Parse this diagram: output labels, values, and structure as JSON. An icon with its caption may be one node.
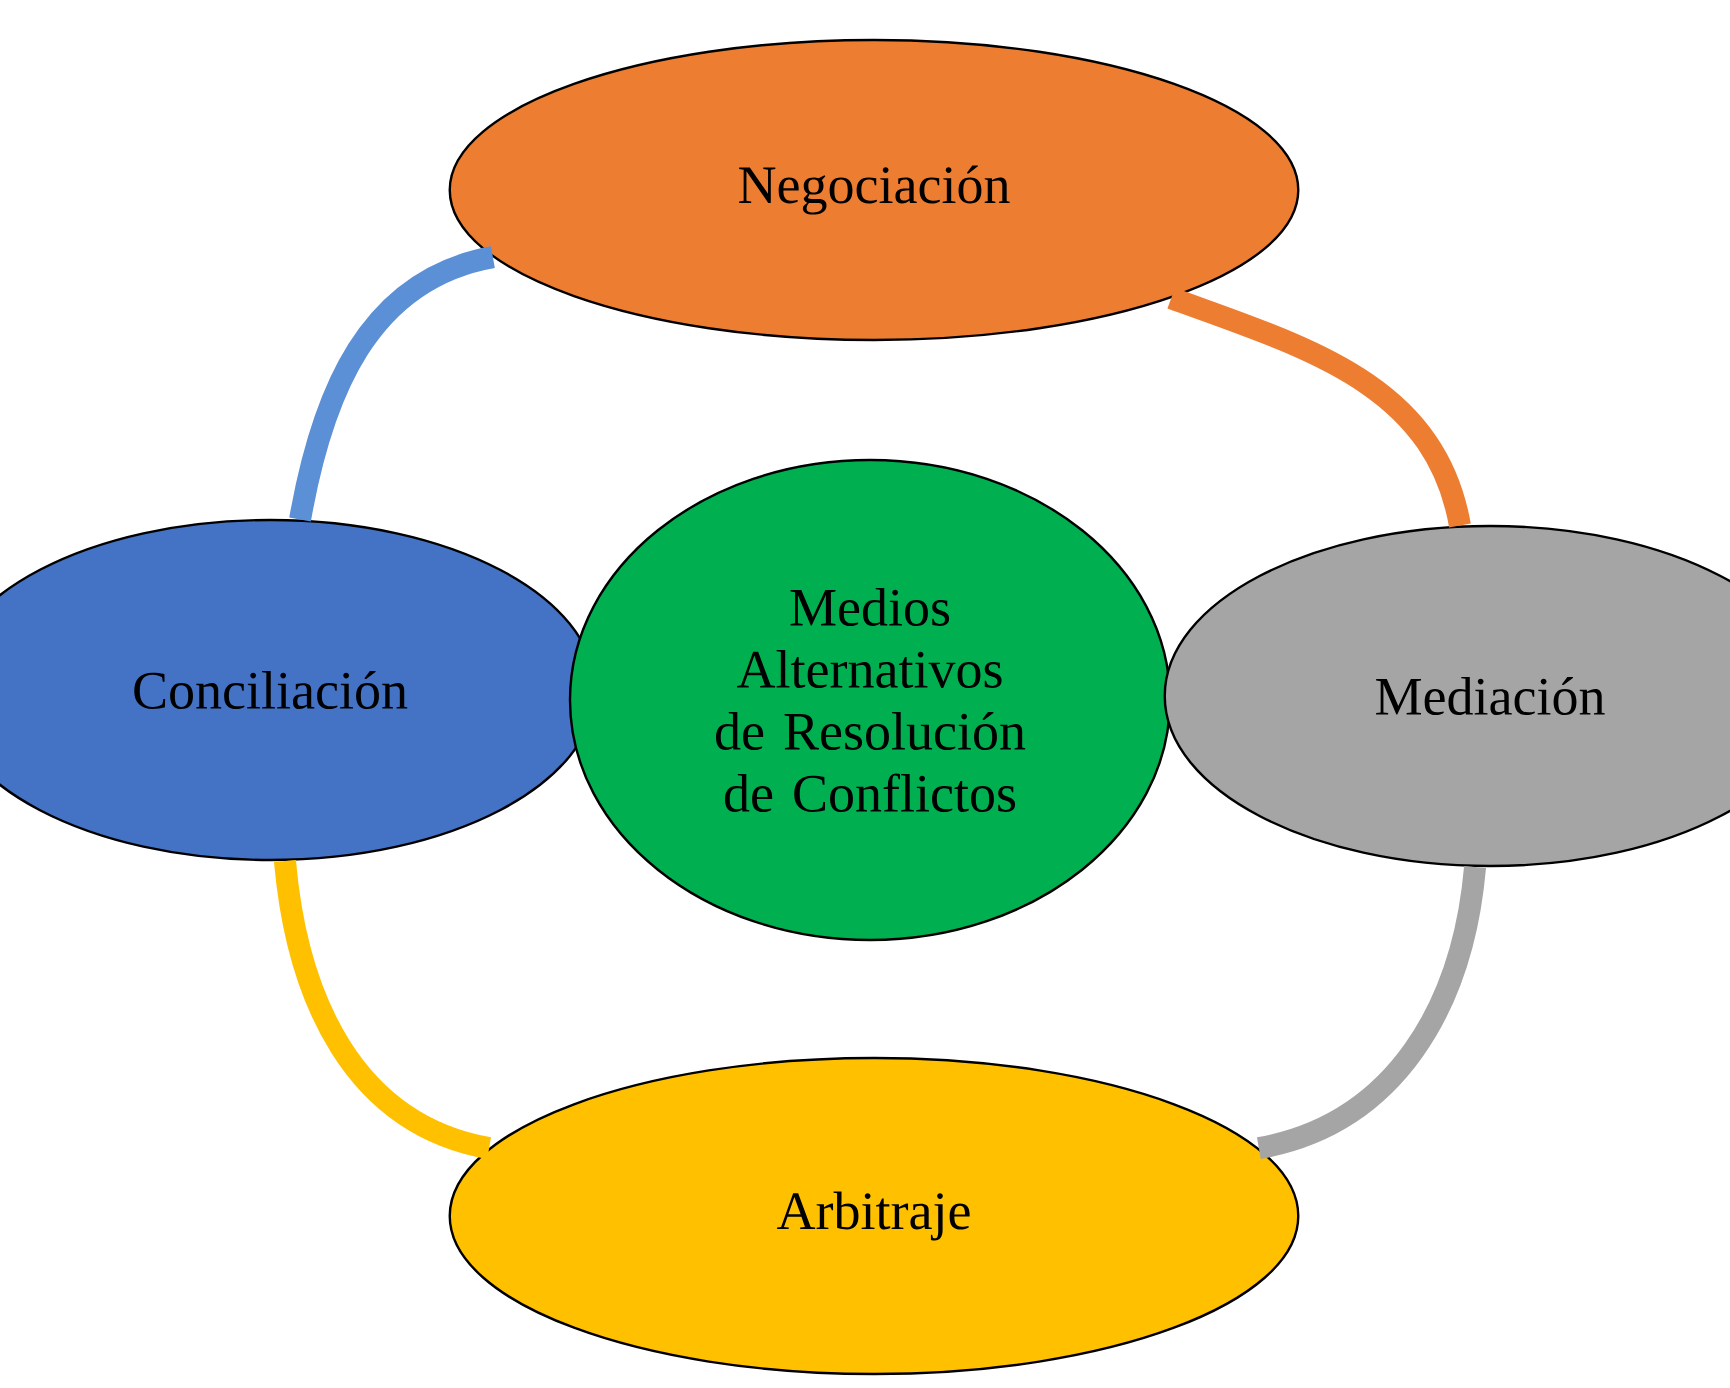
{
  "diagram": {
    "nodes": [
      {
        "text": [
          "Negociación"
        ]
      },
      {
        "text": [
          "Conciliación"
        ]
      },
      {
        "text": [
          "Medios Alternativos de Resolución de Conflictos"
        ]
      },
      {
        "text": [
          "Mediación"
        ]
      },
      {
        "text": [
          "Arbitraje"
        ]
      }
    ],
    "edges": [
      {
        "from": 0,
        "to": 3,
        "arrow": "none",
        "color": "#ed7d31"
      },
      {
        "from": 3,
        "to": 4,
        "arrow": "none",
        "color": "#a5a5a5"
      },
      {
        "from": 4,
        "to": 1,
        "arrow": "none",
        "color": "#ffc000"
      },
      {
        "from": 1,
        "to": 0,
        "arrow": "none",
        "color": "#5b8fd6"
      }
    ]
  }
}
